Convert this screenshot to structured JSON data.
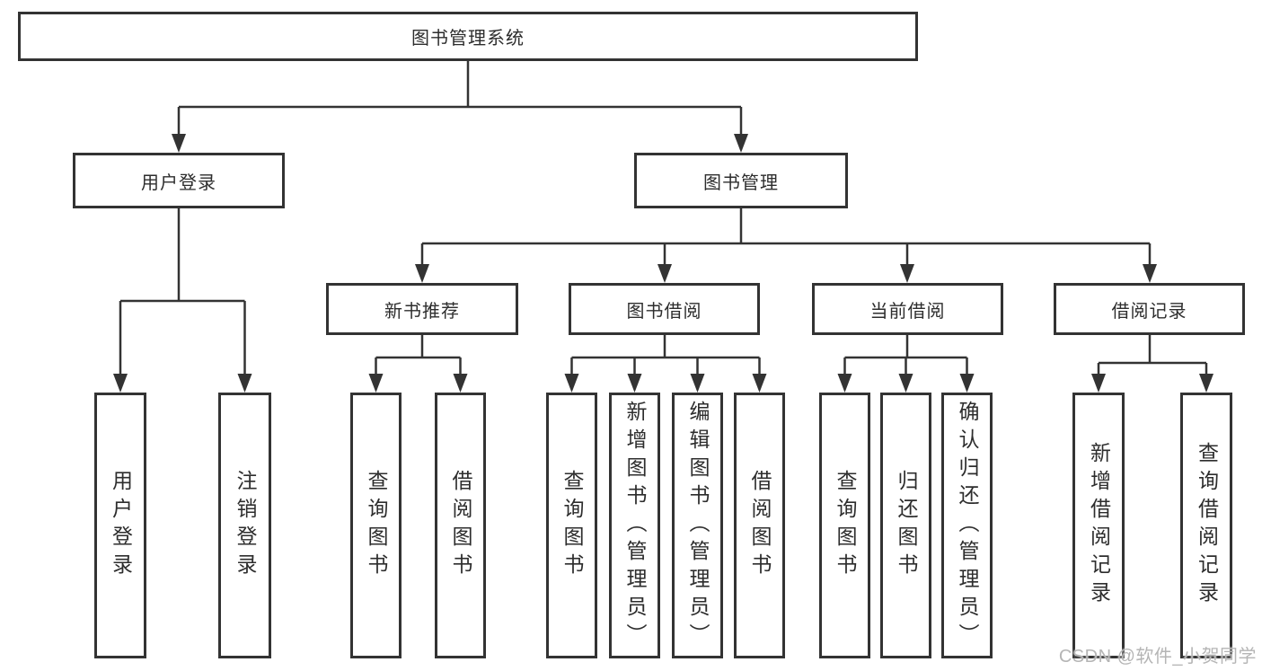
{
  "diagram": {
    "tree": {
      "label": "图书管理系统",
      "children": [
        {
          "label": "用户登录",
          "children": [
            {
              "label": "用户登录"
            },
            {
              "label": "注销登录"
            }
          ]
        },
        {
          "label": "图书管理",
          "children": [
            {
              "label": "新书推荐",
              "children": [
                {
                  "label": "查询图书"
                },
                {
                  "label": "借阅图书"
                }
              ]
            },
            {
              "label": "图书借阅",
              "children": [
                {
                  "label": "查询图书"
                },
                {
                  "label": "新增图书（管理员）"
                },
                {
                  "label": "编辑图书（管理员）"
                },
                {
                  "label": "借阅图书"
                }
              ]
            },
            {
              "label": "当前借阅",
              "children": [
                {
                  "label": "查询图书"
                },
                {
                  "label": "归还图书"
                },
                {
                  "label": "确认归还（管理员）"
                }
              ]
            },
            {
              "label": "借阅记录",
              "children": [
                {
                  "label": "新增借阅记录"
                },
                {
                  "label": "查询借阅记录"
                }
              ]
            }
          ]
        }
      ]
    },
    "watermark": "CSDN @软件_小贺同学",
    "colors": {
      "line": "#333333",
      "text": "#2d2d2d",
      "watermark": "#b5b5b5",
      "background": "#ffffff"
    }
  }
}
